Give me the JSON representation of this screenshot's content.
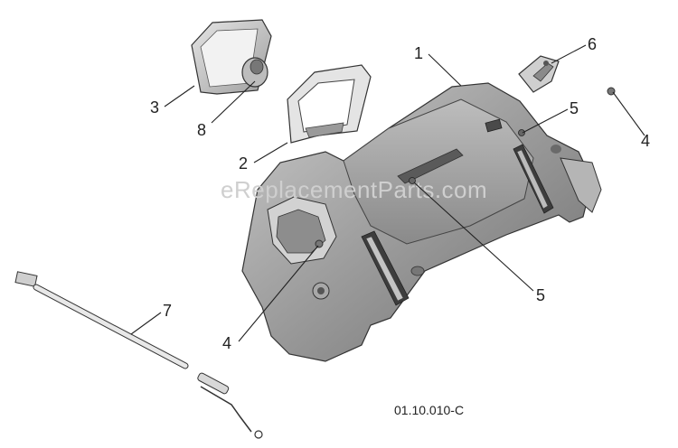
{
  "watermark": "eReplacementParts.com",
  "reference_code": "01.10.010-C",
  "callouts": [
    {
      "id": "c1",
      "label": "1"
    },
    {
      "id": "c2",
      "label": "2"
    },
    {
      "id": "c3",
      "label": "3"
    },
    {
      "id": "c4a",
      "label": "4"
    },
    {
      "id": "c4b",
      "label": "4"
    },
    {
      "id": "c5a",
      "label": "5"
    },
    {
      "id": "c5b",
      "label": "5"
    },
    {
      "id": "c6",
      "label": "6"
    },
    {
      "id": "c7",
      "label": "7"
    },
    {
      "id": "c8",
      "label": "8"
    }
  ]
}
